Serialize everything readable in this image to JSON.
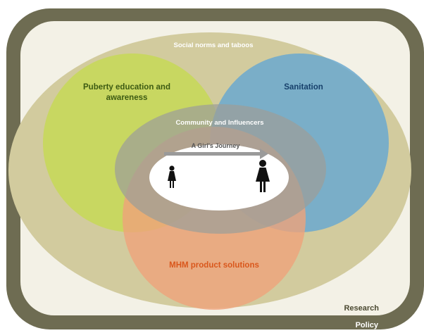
{
  "labels": {
    "social_norms": "Social norms and taboos",
    "puberty_line1": "Puberty education and",
    "puberty_line2": "awareness",
    "sanitation": "Sanitation",
    "community": "Community  and Influencers",
    "journey": "A Girl's Journey",
    "mhm": "MHM product solutions",
    "research": "Research",
    "policy": "Policy"
  },
  "icons": {
    "small_girl": "girl-figure-icon",
    "large_girl": "woman-figure-icon",
    "arrow": "arrow-right-icon"
  },
  "colors": {
    "policy_frame": "#6e6c52",
    "research_panel": "#f3f1e6",
    "social_norms_ellipse": "#d2cb9e",
    "puberty_circle": "#c6d85a",
    "sanitation_circle": "#6ba9cf",
    "mhm_circle": "#efa27a",
    "community_ellipse": "#9d9e99",
    "journey_core": "#ffffff",
    "puberty_text": "#3c5a12",
    "sanitation_text": "#17406b",
    "mhm_text": "#d9571c",
    "research_text": "#4b4a32",
    "light_text": "#ffffff",
    "journey_text": "#555555",
    "figure": "#111111",
    "arrow": "#9a9a9a"
  }
}
